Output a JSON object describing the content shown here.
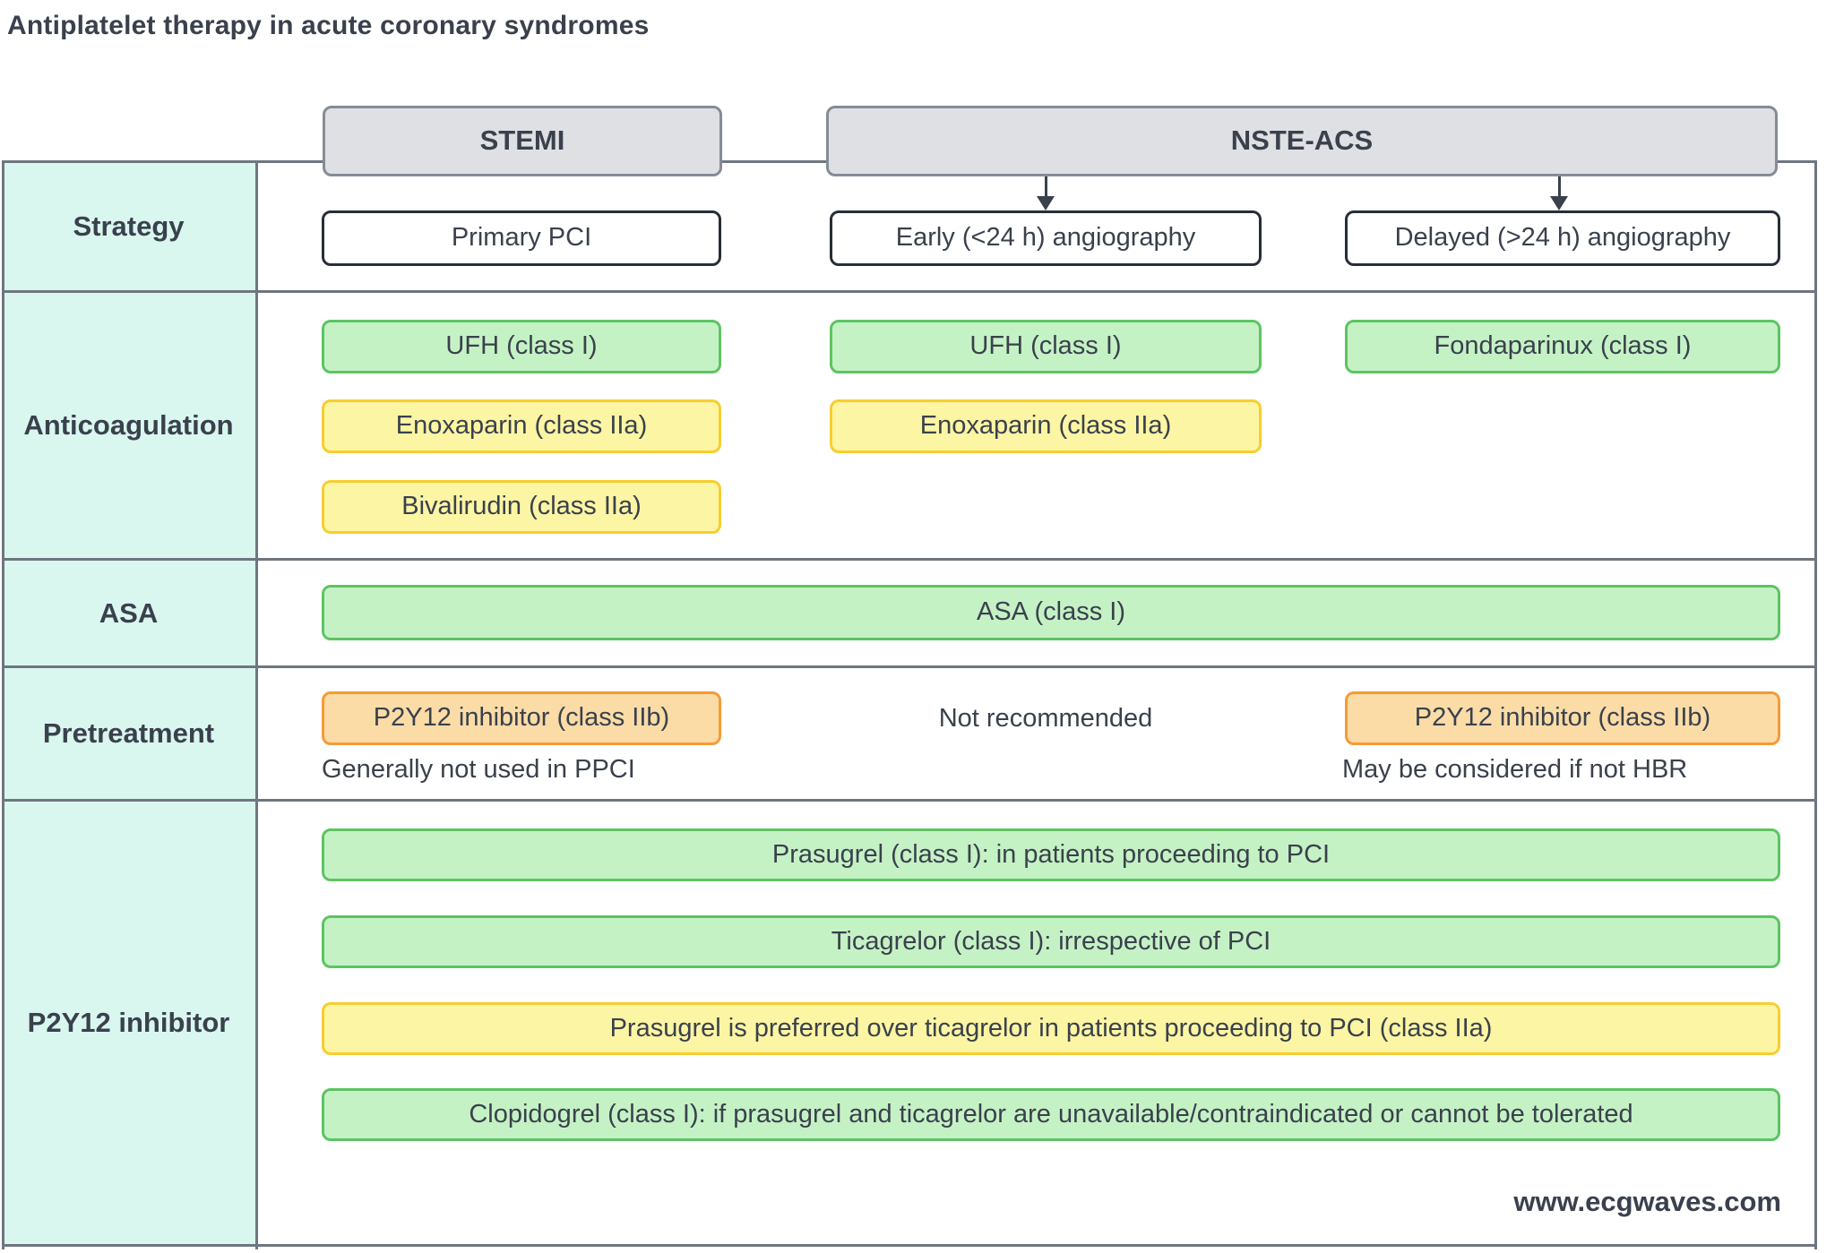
{
  "title": "Antiplatelet therapy in acute coronary syndromes",
  "column_headers": {
    "stemi": "STEMI",
    "nste_acs": "NSTE-ACS"
  },
  "row_labels": {
    "strategy": "Strategy",
    "anticoagulation": "Anticoagulation",
    "asa": "ASA",
    "pretreatment": "Pretreatment",
    "p2y12": "P2Y12 inhibitor"
  },
  "strategy": {
    "stemi": "Primary PCI",
    "early": "Early (<24 h) angiography",
    "delayed": "Delayed (>24 h) angiography"
  },
  "anticoagulation": {
    "stemi": [
      "UFH (class I)",
      "Enoxaparin (class IIa)",
      "Bivalirudin (class IIa)"
    ],
    "early": [
      "UFH (class I)",
      "Enoxaparin (class IIa)"
    ],
    "delayed": [
      "Fondaparinux (class I)"
    ]
  },
  "asa": {
    "all_columns": "ASA (class I)"
  },
  "pretreatment": {
    "stemi": {
      "box": "P2Y12 inhibitor (class IIb)",
      "note": "Generally not used in PPCI"
    },
    "early": {
      "text": "Not recommended"
    },
    "delayed": {
      "box": "P2Y12 inhibitor (class IIb)",
      "note": "May be considered if not HBR"
    }
  },
  "p2y12": [
    {
      "label": "Prasugrel (class I): in patients proceeding to PCI",
      "level": "green"
    },
    {
      "label": "Ticagrelor (class I): irrespective of PCI",
      "level": "green"
    },
    {
      "label": "Prasugrel is preferred over ticagrelor in patients proceeding to PCI (class IIa)",
      "level": "yellow"
    },
    {
      "label": "Clopidogrel (class I): if prasugrel and ticagrelor are unavailable/contraindicated or cannot be tolerated",
      "level": "green"
    }
  ],
  "watermark": "www.ecgwaves.com",
  "colors": {
    "text": "#3a414d",
    "grid": "#6e7680",
    "label_bg": "#d9f7ef",
    "header_fill": "#dee0e4",
    "header_border": "#858c96",
    "whitebox_border": "#272e3a",
    "green_fill": "#c5f2c5",
    "green_border": "#5dc463",
    "yellow_fill": "#fcf5a3",
    "yellow_border": "#f8cd2f",
    "orange_fill": "#fbdca7",
    "orange_border": "#f59b38"
  }
}
